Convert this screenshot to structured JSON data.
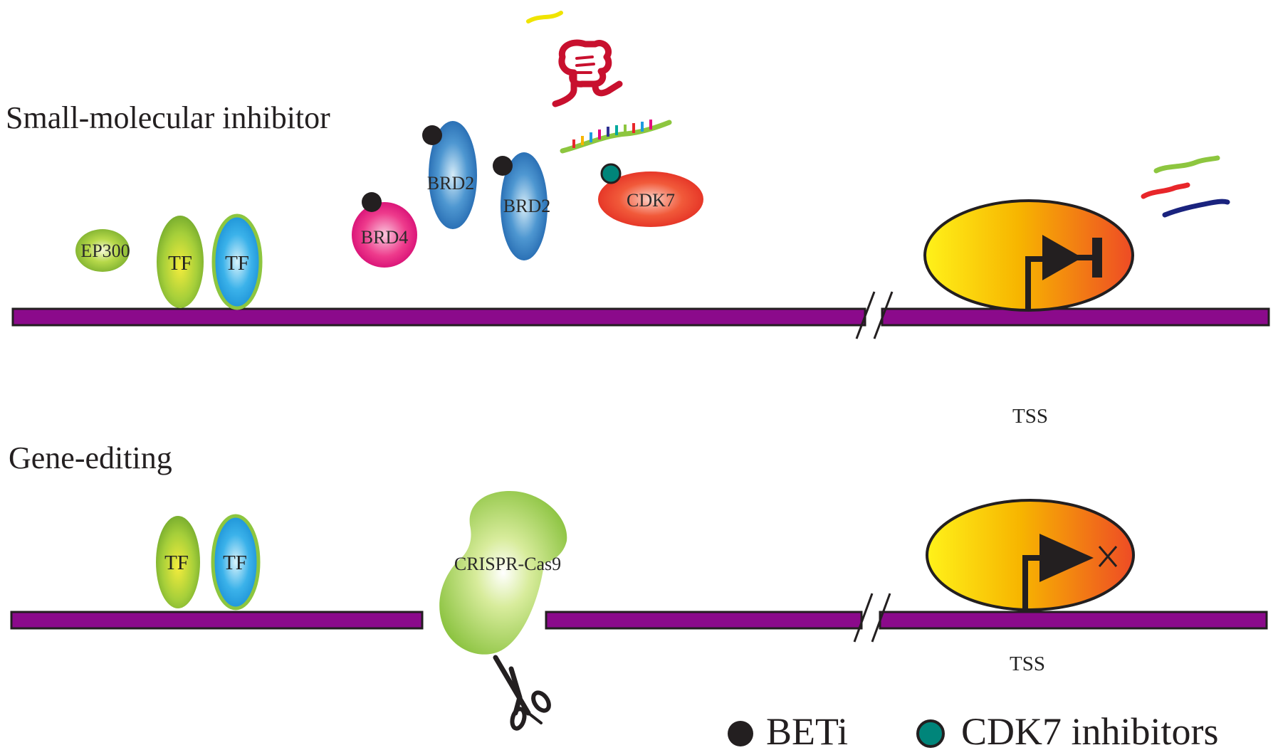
{
  "sections": {
    "top_title": "Small-molecular inhibitor",
    "bottom_title": "Gene-editing"
  },
  "proteins": {
    "ep300": "EP300",
    "tf": "TF",
    "brd4": "BRD4",
    "brd2": "BRD2",
    "cdk7": "CDK7",
    "crispr": "CRISPR-Cas9"
  },
  "tss_label": "TSS",
  "legend": {
    "beti": "BETi",
    "cdk7_inhibitors": "CDK7 inhibitors"
  },
  "colors": {
    "dna": "#8b0a8b",
    "beti_dot": "#231f20",
    "cdk7_inhibitor_dot": "#00857a",
    "tf_green": "#8dc63f",
    "tf_blue": "#1e9be0",
    "brd4": "#e5007e",
    "brd2": "#1f6db5",
    "cdk7": "#e8262a",
    "rna_pol": "#f7b500"
  }
}
